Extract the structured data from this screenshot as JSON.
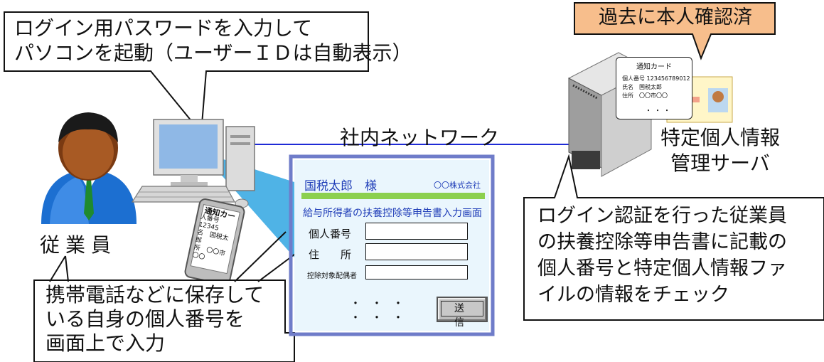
{
  "callouts": {
    "login": [
      "ログイン用パスワードを入力して",
      "パソコンを起動（ユーザーＩＤは自動表示）"
    ],
    "phone": [
      "携帯電話などに保存して",
      "いる自身の個人番号を",
      "画面上で入力"
    ],
    "check": [
      "ログイン認証を行った従業員",
      "の扶養控除等申告書に記載の",
      "個人番号と特定個人情報ファ",
      "イルの情報をチェック"
    ],
    "verified": "過去に本人確認済"
  },
  "labels": {
    "network": "社内ネットワーク",
    "employee": "従業員",
    "server": [
      "特定個人情報",
      "管理サーバ"
    ]
  },
  "screen": {
    "user_name": "国税太郎　様",
    "company": "〇〇株式会社",
    "form_title": "給与所得者の扶養控除等申告書入力画面",
    "fields": [
      "個人番号",
      "住　　所",
      "控除対象配偶者"
    ],
    "dots": "・・・",
    "submit": "送　信"
  },
  "card": {
    "title": "通知カード",
    "lines": [
      "個人番号 123456789012",
      "氏名　国税太郎",
      "住所　〇〇市〇〇"
    ],
    "dots": "・・・"
  },
  "phone_card": {
    "title": "通知カー",
    "lines": [
      "人番号 12345",
      "名　国税太郎",
      "所　〇〇市〇〇"
    ]
  },
  "colors": {
    "network_line": "#1f2bd6",
    "screen_bg": "#eaf6fd",
    "screen_border": "#6f7cc9",
    "beam": "#4fb3e6",
    "accent_green": "#8cd04f",
    "form_text": "#1f3db8",
    "verified_bg": "#f7be8c"
  },
  "icons": [
    "employee-person-icon",
    "desktop-computer-icon",
    "mobile-phone-icon",
    "server-icon",
    "id-card-icon"
  ]
}
